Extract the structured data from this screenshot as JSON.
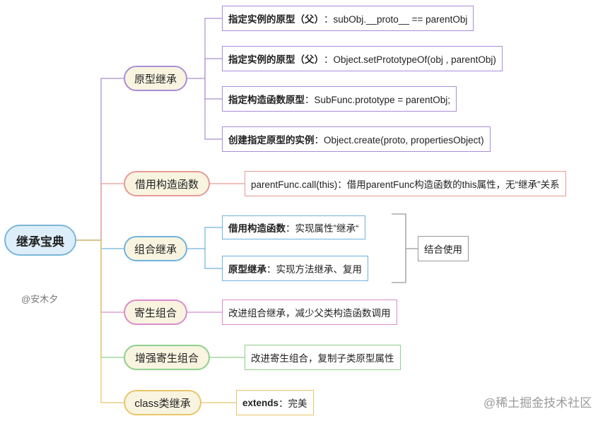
{
  "root": {
    "label": "继承宝典"
  },
  "author": "@安木夕",
  "watermark": "@稀土掘金技术社区",
  "colors": {
    "root_border": "#7ab6d8",
    "prototype": "#a98ed8",
    "borrow": "#e79a94",
    "combo": "#6fb3dd",
    "parasitic": "#d98ccc",
    "enhanced": "#8fd08a",
    "class": "#e8c56a"
  },
  "branches": [
    {
      "label": "原型继承",
      "color": "#a98ed8",
      "fill": "#f8f4e0",
      "leaves": [
        {
          "bold": "指定实例的原型（父）",
          "text": "：subObj.__proto__ == parentObj"
        },
        {
          "bold": "指定实例的原型（父）",
          "text": "：Object.setPrototypeOf(obj , parentObj)"
        },
        {
          "bold": "指定构造函数原型",
          "text": "：SubFunc.prototype = parentObj;"
        },
        {
          "bold": "创建指定原型的实例",
          "text": "：Object.create(proto, propertiesObject)"
        }
      ]
    },
    {
      "label": "借用构造函数",
      "color": "#e79a94",
      "fill": "#f8f4e0",
      "leaves": [
        {
          "bold": "",
          "text": "parentFunc.call(this)：借用parentFunc构造函数的this属性，无“继承”关系"
        }
      ]
    },
    {
      "label": "组合继承",
      "color": "#6fb3dd",
      "fill": "#f8f4e0",
      "leaves": [
        {
          "bold": "借用构造函数",
          "text": "：实现属性”继承“"
        },
        {
          "bold": "原型继承",
          "text": "：实现方法继承、复用"
        }
      ],
      "group_label": "结合使用"
    },
    {
      "label": "寄生组合",
      "color": "#d98ccc",
      "fill": "#f8f4e0",
      "leaves": [
        {
          "bold": "",
          "text": "改进组合继承，减少父类构造函数调用"
        }
      ]
    },
    {
      "label": "增强寄生组合",
      "color": "#8fd08a",
      "fill": "#f8f4e0",
      "leaves": [
        {
          "bold": "",
          "text": "改进寄生组合，复制子类原型属性"
        }
      ]
    },
    {
      "label": "class类继承",
      "color": "#e8c56a",
      "fill": "#f8f4e0",
      "leaves": [
        {
          "bold": "extends",
          "text": "：完美"
        }
      ]
    }
  ]
}
